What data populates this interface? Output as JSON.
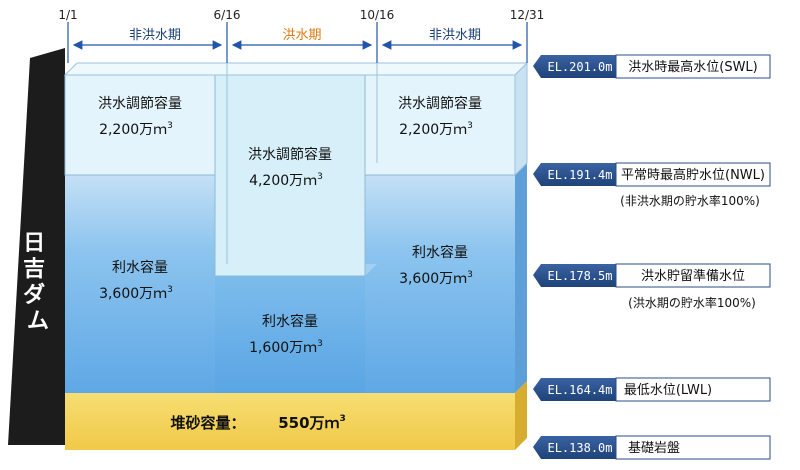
{
  "dam_name": "日吉ダム",
  "dates": [
    "1/1",
    "6/16",
    "10/16",
    "12/31"
  ],
  "periods": {
    "non_flood_1": "非洪水期",
    "flood": "洪水期",
    "non_flood_2": "非洪水期"
  },
  "capacities": {
    "flood_control_left": {
      "label": "洪水調節容量",
      "value": "2,200万ｍ",
      "sup": "3"
    },
    "flood_control_mid": {
      "label": "洪水調節容量",
      "value": "4,200万ｍ",
      "sup": "3"
    },
    "flood_control_right": {
      "label": "洪水調節容量",
      "value": "2,200万ｍ",
      "sup": "3"
    },
    "water_use_left": {
      "label": "利水容量",
      "value": "3,600万ｍ",
      "sup": "3"
    },
    "water_use_mid": {
      "label": "利水容量",
      "value": "1,600万ｍ",
      "sup": "3"
    },
    "water_use_right": {
      "label": "利水容量",
      "value": "3,600万ｍ",
      "sup": "3"
    },
    "sediment": {
      "label": "堆砂容量：",
      "value": "550万ｍ",
      "sup": "3"
    }
  },
  "elevations": [
    {
      "el": "EL.201.0m",
      "label": "洪水時最高水位(SWL)"
    },
    {
      "el": "EL.191.4m",
      "label": "平常時最高貯水位(NWL)",
      "note": "(非洪水期の貯水率100%)"
    },
    {
      "el": "EL.178.5m",
      "label": "洪水貯留準備水位",
      "note": "(洪水期の貯水率100%)"
    },
    {
      "el": "EL.164.4m",
      "label": "最低水位(LWL)"
    },
    {
      "el": "EL.138.0m",
      "label": "基礎岩盤"
    }
  ],
  "colors": {
    "flood_period": "#e07a10",
    "non_flood_period": "#1a3f7a",
    "arrow": "#2255aa",
    "el_box": "#2a4d86",
    "sediment": "#f4d660",
    "dam": "#1c1c1c"
  }
}
